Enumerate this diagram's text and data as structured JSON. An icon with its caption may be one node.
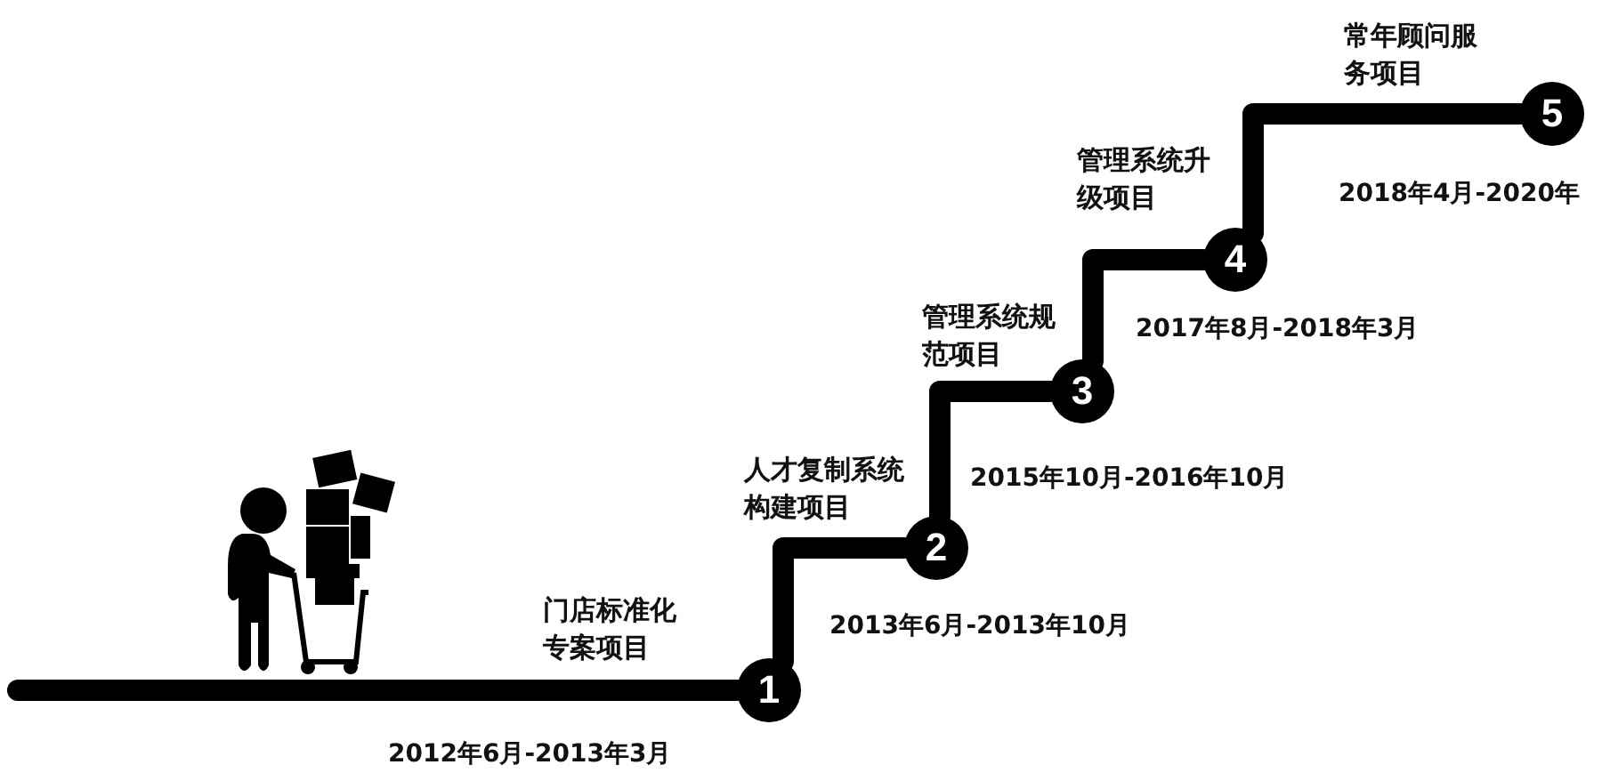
{
  "diagram": {
    "nodes": [
      {
        "text": [
          "1"
        ],
        "beside": [
          "门店标准化专案项目",
          "2012年6月-2013年3月"
        ]
      },
      {
        "text": [
          "2"
        ],
        "beside": [
          "人才复制系统构建项目",
          "2013年6月-2013年10月"
        ]
      },
      {
        "text": [
          "3"
        ],
        "beside": [
          "管理系统规范项目",
          "2015年10月-2016年10月"
        ]
      },
      {
        "text": [
          "4"
        ],
        "beside": [
          "管理系统升级项目",
          "2017年8月-2018年3月"
        ]
      },
      {
        "text": [
          "5"
        ],
        "beside": [
          "常年顾问服务项目",
          "2018年4月-2020年"
        ]
      }
    ],
    "edges": [
      {
        "from": null,
        "to": 0,
        "arrow": "none"
      },
      {
        "from": 0,
        "to": 1,
        "arrow": "none"
      },
      {
        "from": 1,
        "to": 2,
        "arrow": "none"
      },
      {
        "from": 2,
        "to": 3,
        "arrow": "none"
      },
      {
        "from": 3,
        "to": 4,
        "arrow": "none"
      }
    ]
  }
}
